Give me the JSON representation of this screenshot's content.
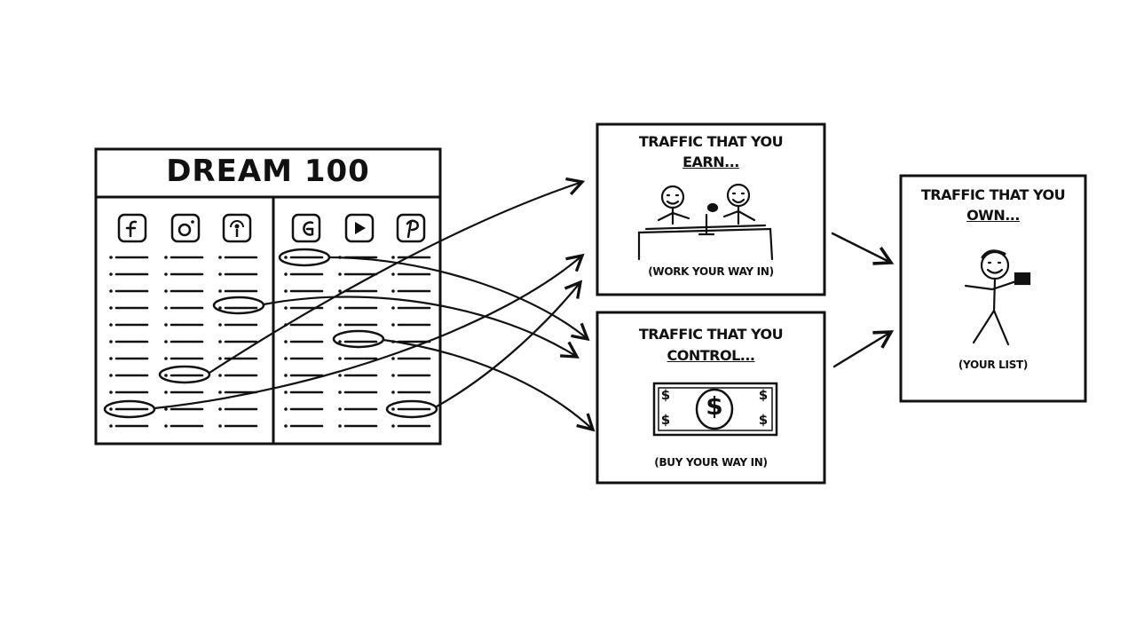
{
  "dream100": {
    "title": "DREAM 100",
    "platforms": [
      "facebook-icon",
      "instagram-icon",
      "podcast-icon",
      "google-icon",
      "youtube-icon",
      "pinterest-icon"
    ]
  },
  "earn_box": {
    "heading_line1": "TRAFFIC THAT YOU",
    "heading_line2": "EARN...",
    "caption": "(WORK YOUR WAY IN)"
  },
  "control_box": {
    "heading_line1": "TRAFFIC THAT YOU",
    "heading_line2": "CONTROL...",
    "caption": "(BUY YOUR WAY IN)",
    "dollar_symbol": "$"
  },
  "own_box": {
    "heading_line1": "TRAFFIC THAT YOU",
    "heading_line2": "OWN...",
    "caption": "(YOUR LIST)"
  },
  "colors": {
    "ink": "#111111",
    "paper": "#ffffff"
  }
}
